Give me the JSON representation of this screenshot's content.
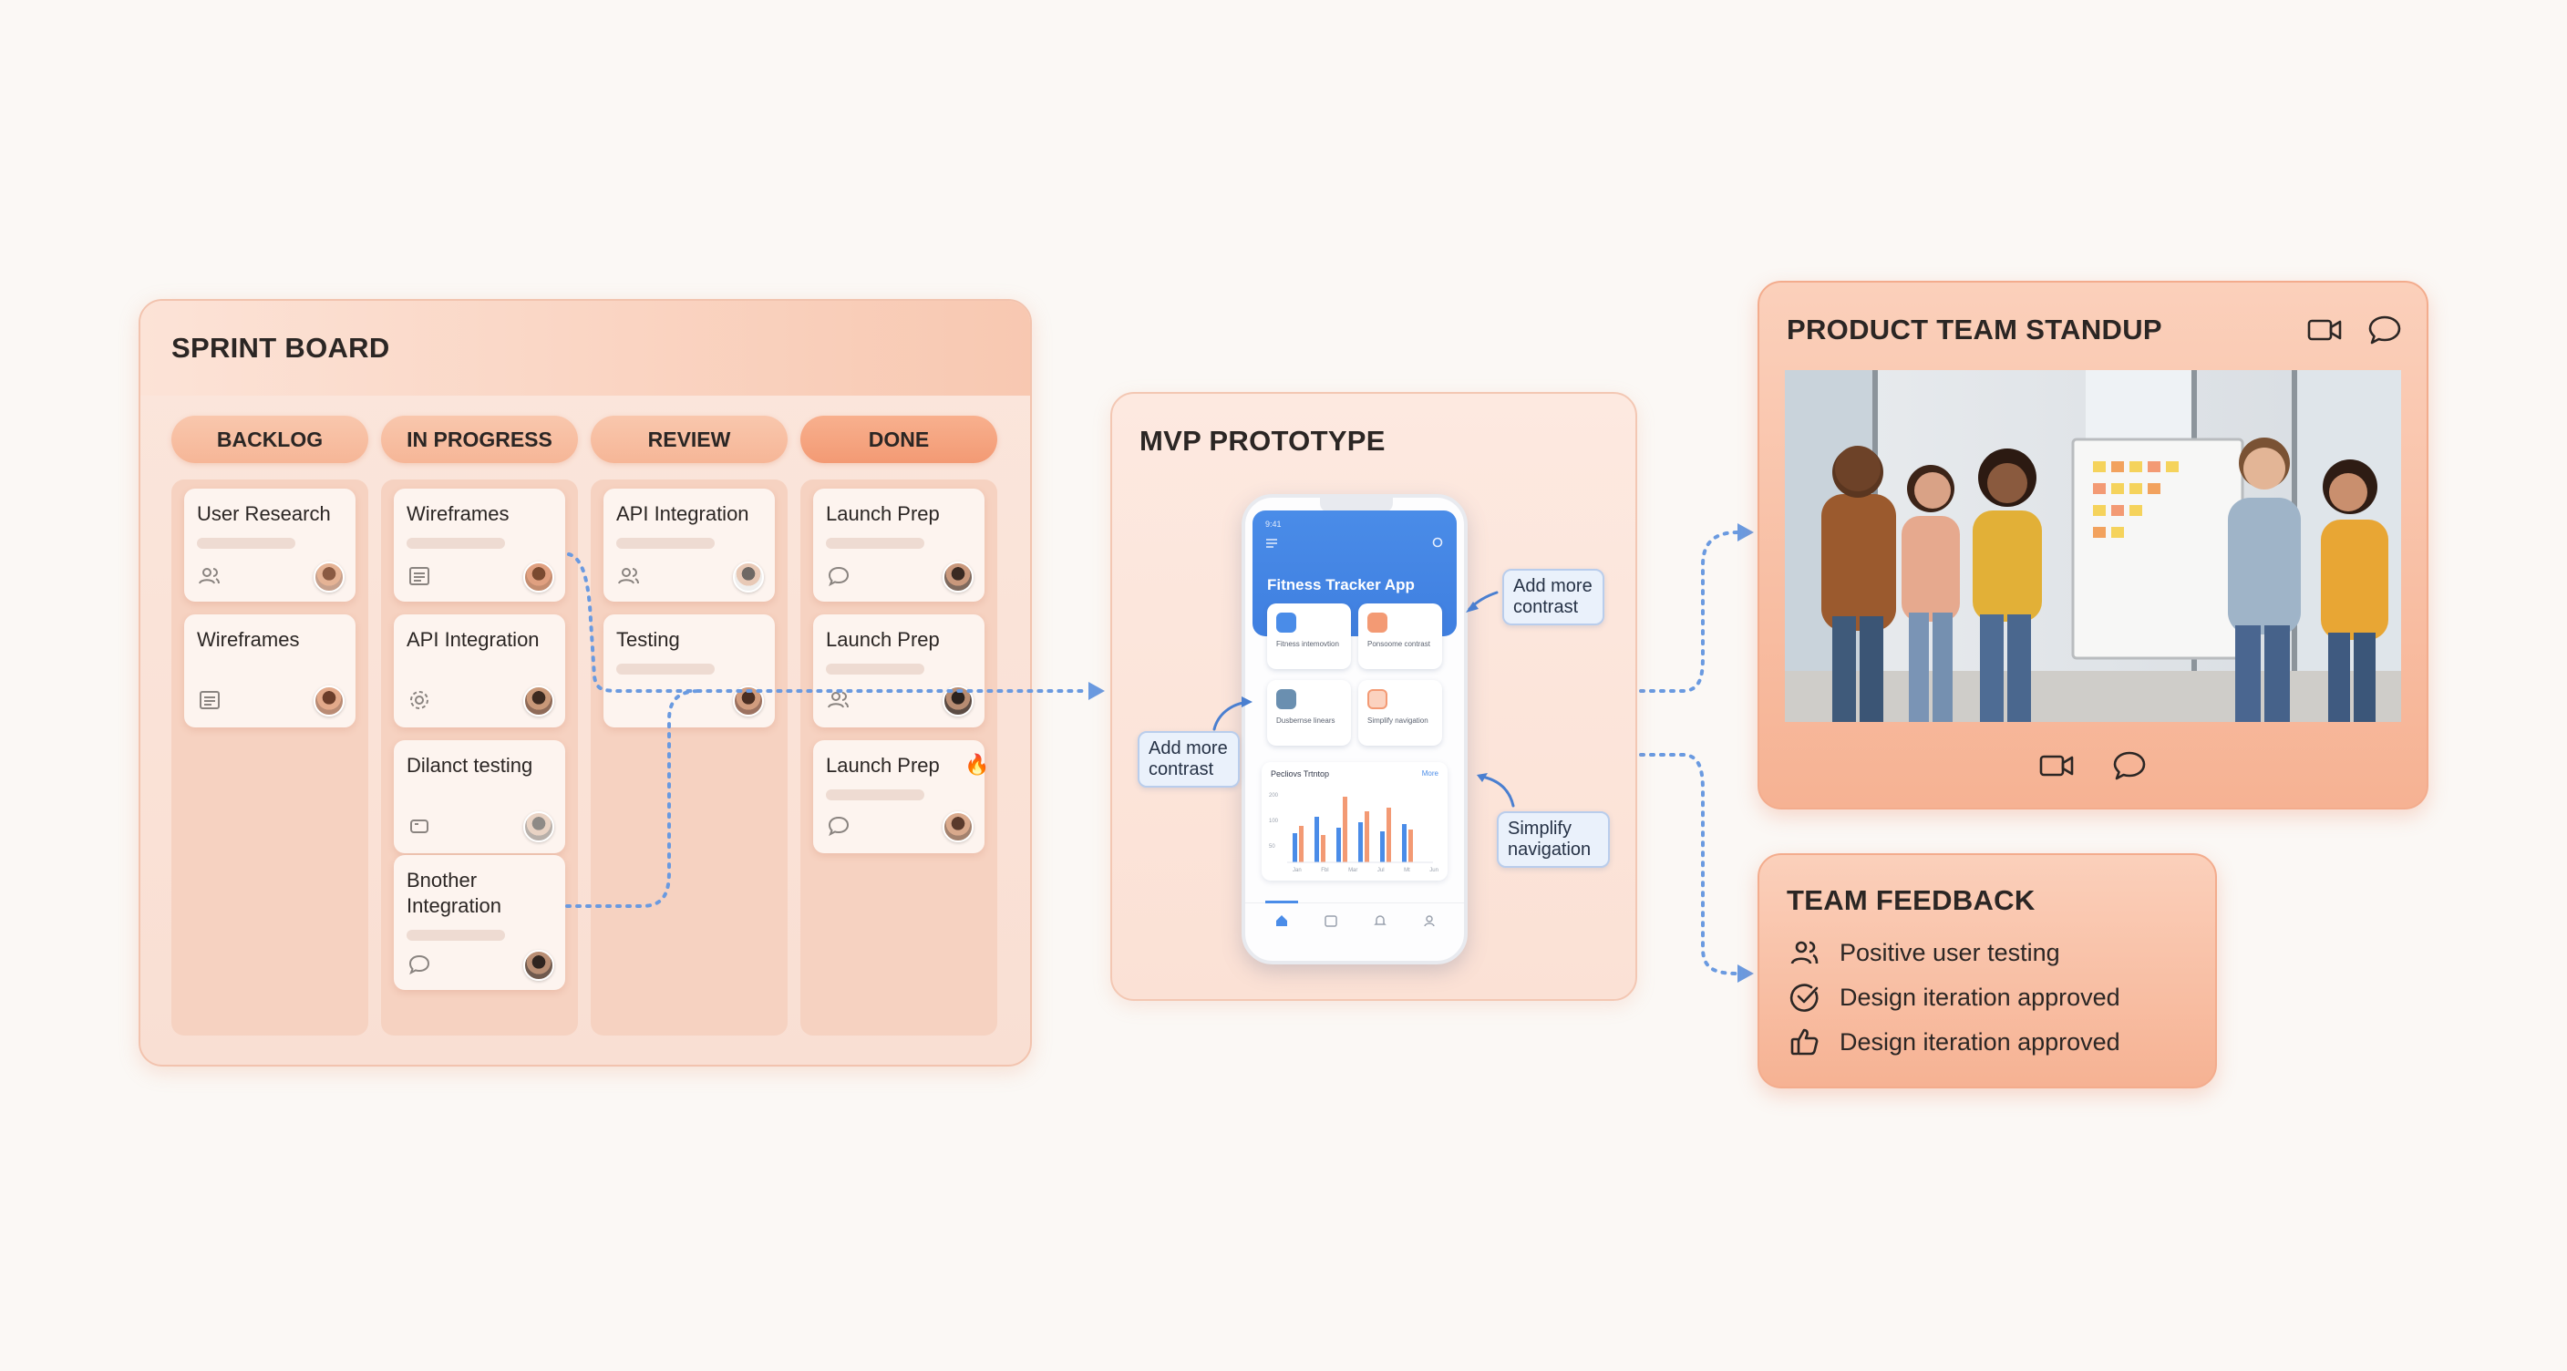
{
  "sprint_board": {
    "title": "SPRINT BOARD",
    "columns": [
      {
        "label": "BACKLOG",
        "cards": [
          {
            "title": "User Research",
            "icon": "users-icon"
          },
          {
            "title": "Wireframes",
            "icon": "list-icon"
          }
        ]
      },
      {
        "label": "IN PROGRESS",
        "cards": [
          {
            "title": "Wireframes",
            "icon": "list-icon"
          },
          {
            "title": "API Integration",
            "icon": "gear-icon"
          },
          {
            "title": "Dilanct testing",
            "icon": "box-icon"
          },
          {
            "title": "Bnother Integration",
            "icon": "comment-icon"
          }
        ]
      },
      {
        "label": "REVIEW",
        "cards": [
          {
            "title": "API Integration",
            "icon": "users-icon"
          },
          {
            "title": "Testing",
            "icon": "none"
          }
        ]
      },
      {
        "label": "DONE",
        "cards": [
          {
            "title": "Launch Prep",
            "icon": "comment-icon"
          },
          {
            "title": "Launch Prep",
            "icon": "users-icon"
          },
          {
            "title": "Launch Prep",
            "icon": "comment-icon",
            "badge": "🔥"
          }
        ]
      }
    ]
  },
  "mvp": {
    "title": "MVP PROTOTYPE",
    "phone": {
      "status_time": "9:41",
      "app_title": "Fitness Tracker App",
      "tiles": [
        "Fitness intemovtion",
        "Ponsoome contrast",
        "Dusbernse linears",
        "Simplify navigation"
      ],
      "chart_title": "Pecliovs Trtntop",
      "chart_link": "More",
      "chart_y_ticks": [
        "200",
        "100",
        "50"
      ],
      "chart_x_ticks": [
        "Jan",
        "Fbl",
        "Mar",
        "Jul",
        "Mt",
        "Jun"
      ]
    },
    "callouts": [
      {
        "text": "Add more contrast"
      },
      {
        "text": "Add more contrast"
      },
      {
        "text": "Simplify navigation"
      }
    ]
  },
  "standup": {
    "title": "PRODUCT TEAM STANDUP",
    "header_icons": [
      "video-icon",
      "chat-icon"
    ],
    "footer_icons": [
      "video-icon",
      "chat-icon"
    ]
  },
  "feedback": {
    "title": "TEAM FEEDBACK",
    "items": [
      {
        "icon": "users-icon",
        "text": "Positive user testing"
      },
      {
        "icon": "check-circle-icon",
        "text": "Design iteration approved"
      },
      {
        "icon": "thumbs-up-icon",
        "text": "Design iteration approved"
      }
    ]
  },
  "colors": {
    "accent": "#f39a74",
    "panel": "#fbe6dc",
    "connector": "#6a9ae0",
    "phone_header": "#4a8ce8"
  }
}
